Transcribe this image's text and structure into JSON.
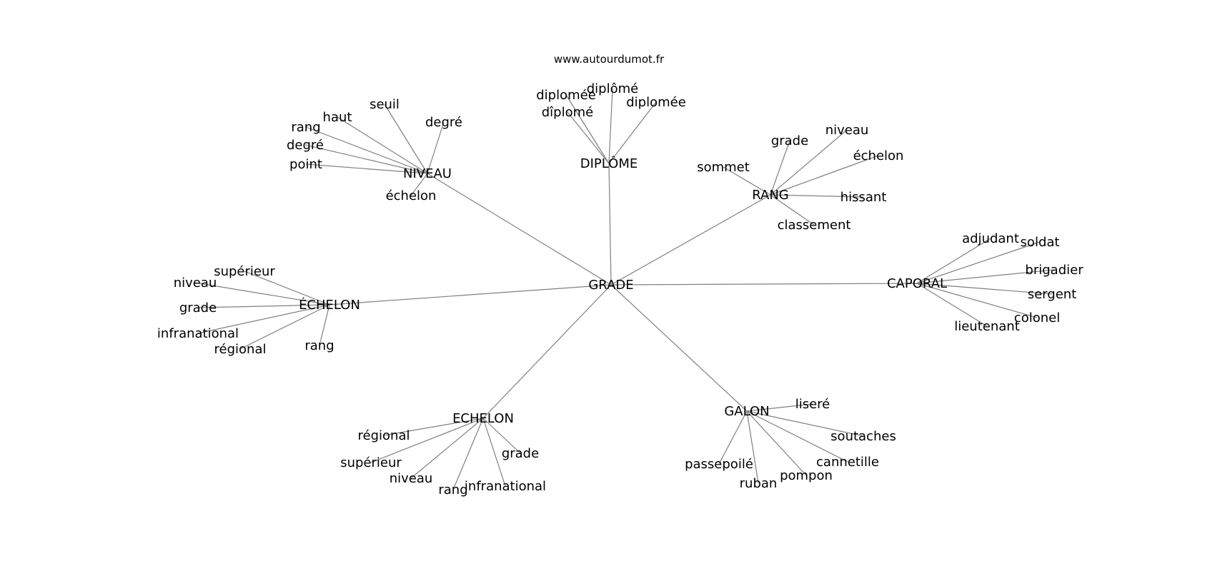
{
  "watermark": "www.autourdumot.fr",
  "graph": {
    "center": "GRADE",
    "hubs": [
      {
        "name": "NIVEAU",
        "leaves": [
          "seuil",
          "haut",
          "rang",
          "degré",
          "point",
          "échelon",
          "degré"
        ]
      },
      {
        "name": "DIPLÔME",
        "leaves": [
          "diplomée",
          "dîplomé",
          "diplômé",
          "diplomée"
        ]
      },
      {
        "name": "RANG",
        "leaves": [
          "sommet",
          "grade",
          "niveau",
          "échelon",
          "hissant",
          "classement"
        ]
      },
      {
        "name": "CAPORAL",
        "leaves": [
          "adjudant",
          "soldat",
          "brigadier",
          "sergent",
          "colonel",
          "lieutenant"
        ]
      },
      {
        "name": "GALON",
        "leaves": [
          "liseré",
          "soutaches",
          "cannetille",
          "pompon",
          "ruban",
          "passepoilé"
        ]
      },
      {
        "name": "ECHELON",
        "leaves": [
          "régional",
          "supérieur",
          "niveau",
          "rang",
          "infranational",
          "grade"
        ]
      },
      {
        "name": "ÉCHELON",
        "leaves": [
          "supérieur",
          "niveau",
          "grade",
          "infranational",
          "régional",
          "rang"
        ]
      }
    ]
  }
}
